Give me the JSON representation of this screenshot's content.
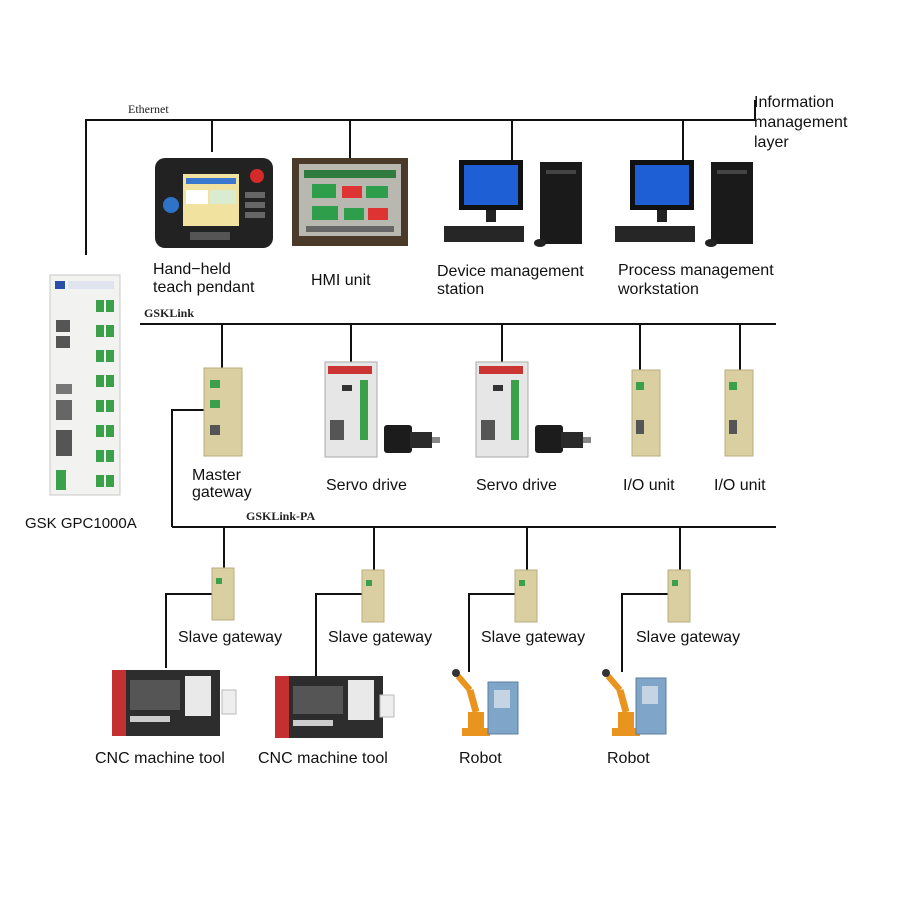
{
  "layer_label": [
    "Information",
    "management",
    "layer"
  ],
  "buses": {
    "ethernet": "Ethernet",
    "gsklink": "GSKLink",
    "gsklink_pa": "GSKLink-PA"
  },
  "controller": "GSK GPC1000A",
  "info_layer": {
    "pendant": [
      "Hand−held",
      "teach pendant"
    ],
    "hmi": "HMI unit",
    "device_station": [
      "Device management",
      "station"
    ],
    "process_ws": [
      "Process management",
      "workstation"
    ]
  },
  "link_layer": {
    "master_gateway": [
      "Master",
      "gateway"
    ],
    "servo1": "Servo drive",
    "servo2": "Servo drive",
    "io1": "I/O unit",
    "io2": "I/O unit"
  },
  "field_layer": {
    "slave1": "Slave gateway",
    "slave2": "Slave gateway",
    "slave3": "Slave gateway",
    "slave4": "Slave gateway",
    "cnc1": "CNC machine tool",
    "cnc2": "CNC machine tool",
    "robot1": "Robot",
    "robot2": "Robot"
  },
  "colors": {
    "line": "#111111",
    "robot_orange": "#e8941e",
    "module_tan": "#d9cfa0",
    "screen_blue": "#1f5fd6",
    "cnc_body": "#2d2d2d"
  }
}
